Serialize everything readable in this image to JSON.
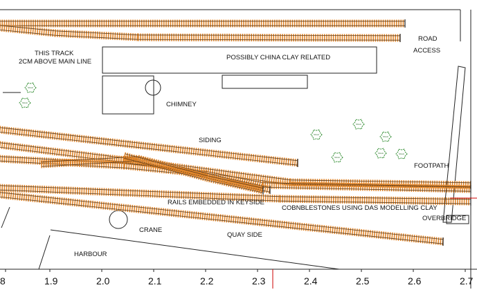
{
  "labels": {
    "this_track_1": "THIS TRACK",
    "this_track_2": "2CM ABOVE MAIN LINE",
    "china_clay": "POSSIBLY CHINA CLAY RELATED",
    "chimney": "CHIMNEY",
    "road_1": "ROAD",
    "road_2": "ACCESS",
    "siding": "SIDING",
    "footpath": "FOOTPATH",
    "rails_embedded": "RAILS EMBEDDED IN KEYSIDE",
    "cobblestones": "COBNBLESTONES USING DAS MODELLING CLAY",
    "overbridge": "OVERBRIDGE",
    "crane": "CRANE",
    "quay_side": "QUAY SIDE",
    "harbour": "HARBOUR"
  },
  "ruler": {
    "ticks": [
      "8",
      "1.9",
      "2.0",
      "2.1",
      "2.2",
      "2.3",
      "2.4",
      "2.5",
      "2.6",
      "2.7"
    ]
  },
  "tree_label": "Shrub",
  "colors": {
    "sleeper": "#e0852a",
    "rail": "#5a3a1a",
    "tree": "#2e8b2e",
    "marker": "#cc0000"
  }
}
